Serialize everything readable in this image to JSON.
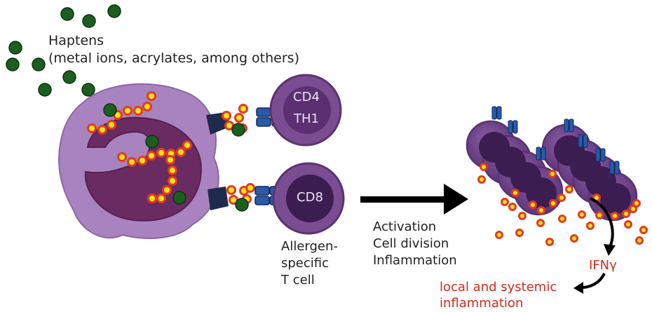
{
  "haptens": {
    "title": "Haptens",
    "subtitle": "(metal ions, acrylates, among others)"
  },
  "cells": {
    "cd4_line1": "CD4",
    "cd4_line2": "TH1",
    "cd8": "CD8"
  },
  "allergen_label": [
    "Allergen-",
    "specific",
    "T cell"
  ],
  "process_steps": [
    "Activation",
    "Cell division",
    "Inflammation"
  ],
  "ifn_label": "IFNγ",
  "outcome_label": [
    "local and systemic",
    "inflammation"
  ],
  "colors": {
    "hapten": "#1b5e20",
    "apc_outer": "#a883bf",
    "apc_nucleus": "#6a2b62",
    "tcell": "#7a4d93",
    "tcell_nucleus": "#3c1d52",
    "peptide_fill": "#f7e21b",
    "peptide_ring": "#e23b22",
    "receptor": "#2a5aa8",
    "red_text": "#d22a1e"
  }
}
